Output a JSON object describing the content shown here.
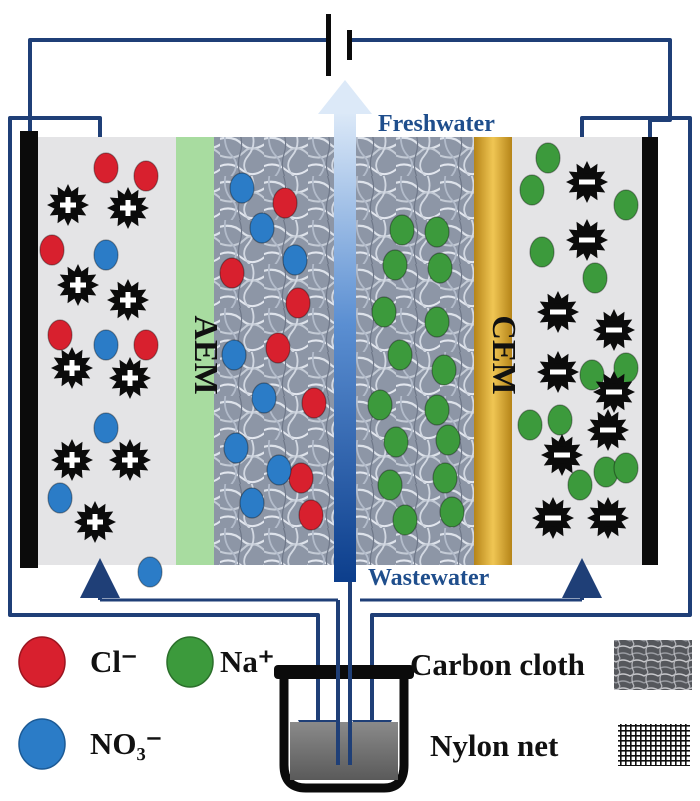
{
  "labels": {
    "freshwater": "Freshwater",
    "wastewater": "Wastewater",
    "aem": "AEM",
    "cem": "CEM"
  },
  "legend": {
    "cl": "Cl⁻",
    "na": "Na⁺",
    "no3": "NO₃⁻",
    "carbon_cloth": "Carbon cloth",
    "nylon_net": "Nylon net"
  },
  "colors": {
    "chloride": "#d8202e",
    "sodium": "#3c9a3c",
    "nitrate": "#2b7cc7",
    "wire": "#1f3f77",
    "aem": "#a8dca0",
    "cem": "#d7a83a"
  },
  "icons": {
    "positive_charge": "plus-star-icon",
    "negative_charge": "minus-star-icon",
    "battery": "battery-icon"
  }
}
